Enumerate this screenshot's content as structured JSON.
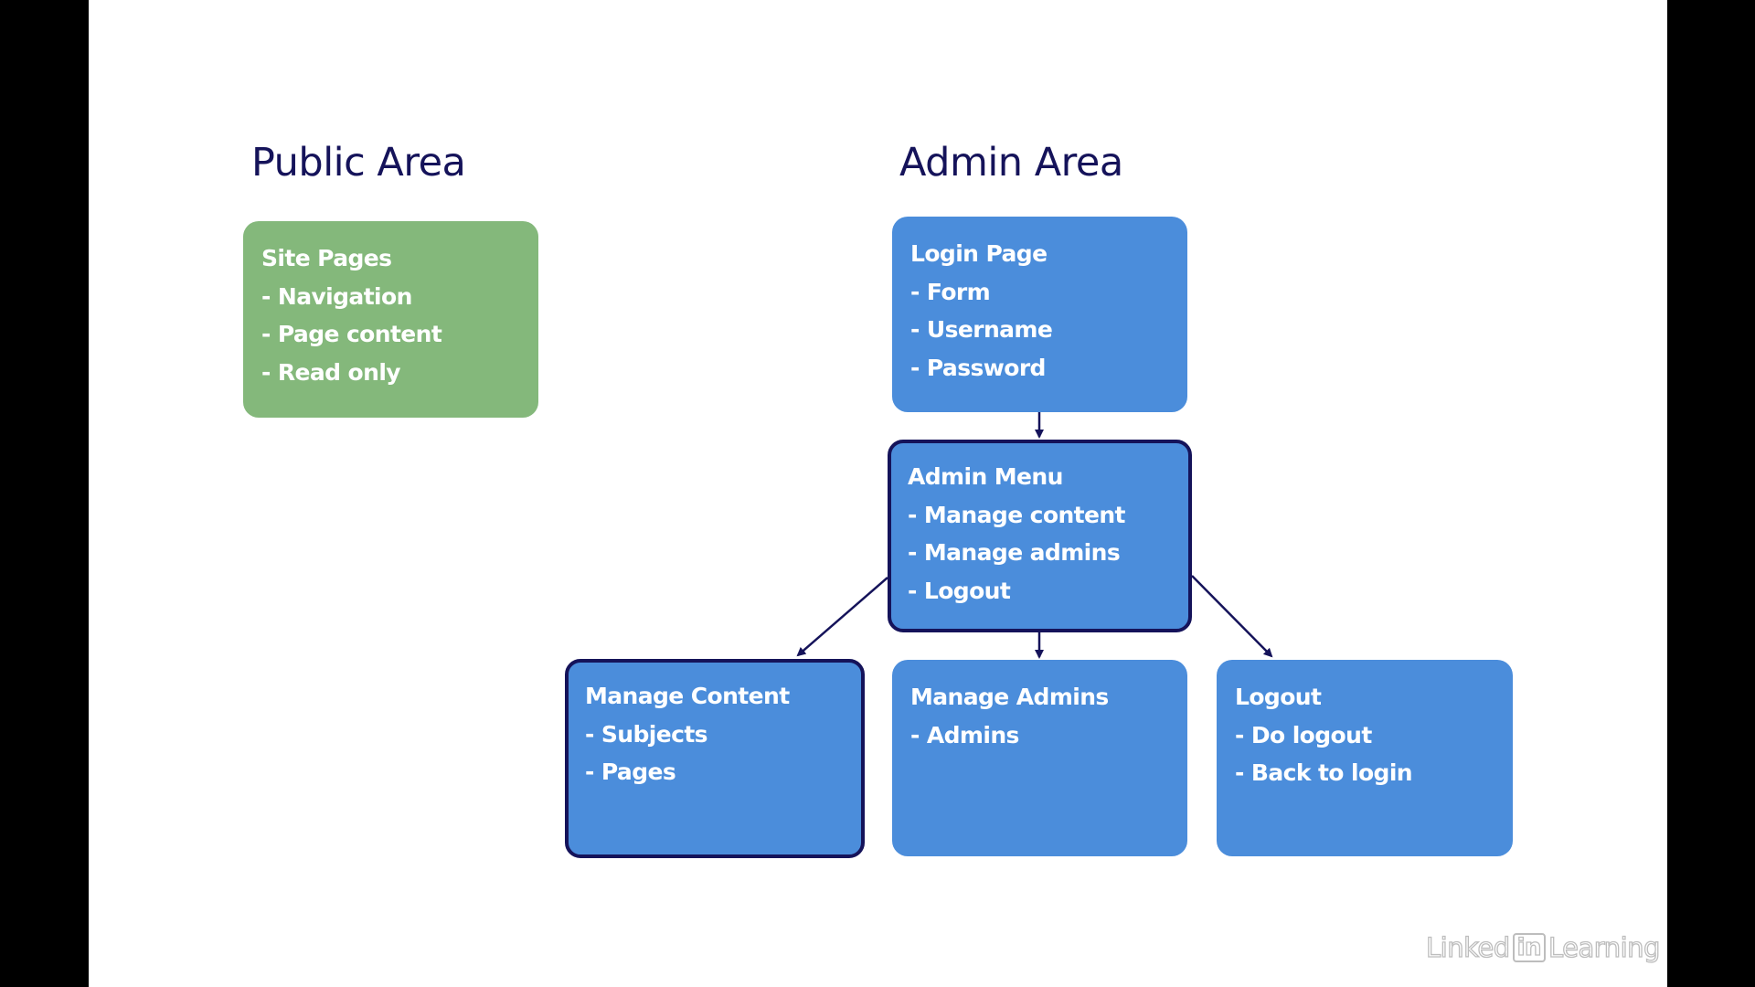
{
  "public_area": {
    "title": "Public Area",
    "site_pages": {
      "title": "Site Pages",
      "items": [
        "- Navigation",
        "- Page content",
        "- Read only"
      ]
    }
  },
  "admin_area": {
    "title": "Admin Area",
    "login_page": {
      "title": "Login Page",
      "items": [
        "- Form",
        "- Username",
        "- Password"
      ]
    },
    "admin_menu": {
      "title": "Admin Menu",
      "items": [
        "- Manage content",
        "- Manage admins",
        "- Logout"
      ]
    },
    "manage_content": {
      "title": "Manage Content",
      "items": [
        "- Subjects",
        "- Pages"
      ]
    },
    "manage_admins": {
      "title": "Manage Admins",
      "items": [
        "- Admins"
      ]
    },
    "logout": {
      "title": "Logout",
      "items": [
        "- Do logout",
        "- Back to login"
      ]
    }
  },
  "watermark": {
    "prefix": "Linked",
    "badge": "in",
    "suffix": "Learning"
  },
  "colors": {
    "public_box": "#84b87b",
    "admin_box": "#4b8ddb",
    "heading_text": "#15135a",
    "highlight_border": "#15135a"
  }
}
